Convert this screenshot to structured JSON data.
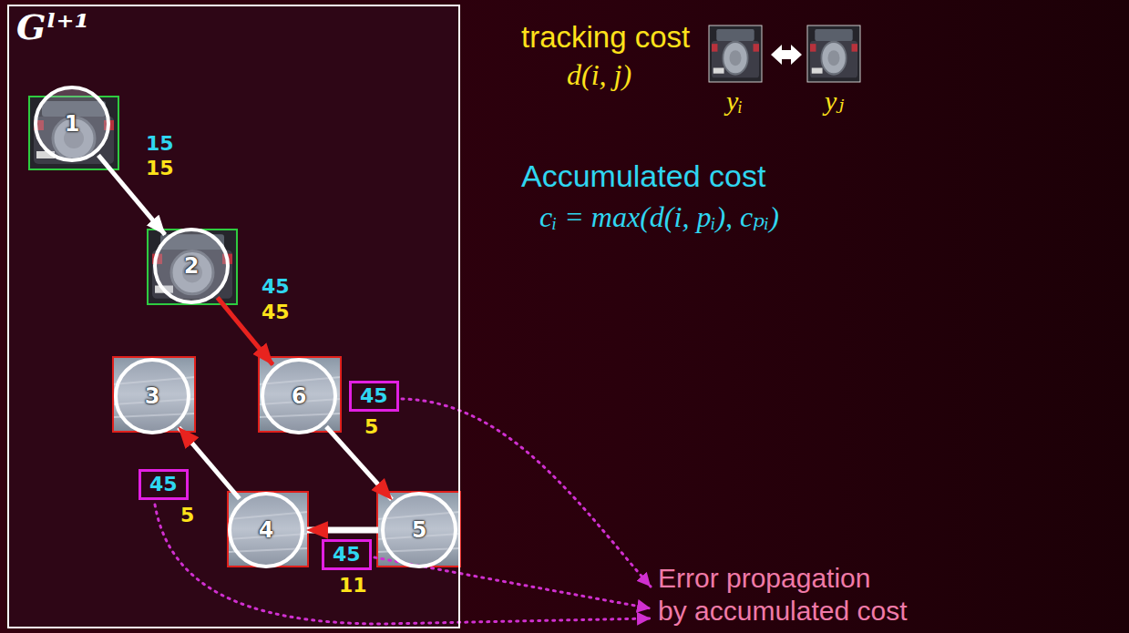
{
  "diagram": {
    "nodes": [
      {
        "text": [
          "Gˡ⁺¹"
        ]
      },
      {
        "text": [
          "1"
        ],
        "in": 0
      },
      {
        "text": [
          "2"
        ],
        "in": 0
      },
      {
        "text": [
          "3"
        ],
        "in": 0
      },
      {
        "text": [
          "6"
        ],
        "in": 0
      },
      {
        "text": [
          "4"
        ],
        "in": 0
      },
      {
        "text": [
          "5"
        ],
        "in": 0
      }
    ],
    "edges": [
      {
        "from": 1,
        "to": 2,
        "arrow": "to",
        "label": "15"
      },
      {
        "from": 2,
        "to": 4,
        "arrow": "to",
        "label": "45"
      },
      {
        "from": 4,
        "to": 6,
        "arrow": "to",
        "label": "45"
      },
      {
        "from": 6,
        "to": 5,
        "arrow": "to",
        "label": "45"
      },
      {
        "from": 5,
        "to": 3,
        "arrow": "to",
        "label": "45"
      }
    ],
    "labels": [
      "tracking cost",
      "d(i, j)",
      "yᵢ",
      "yⱼ",
      "Accumulated cost",
      "cᵢ = max(d(i, pᵢ), cₚᵢ)",
      "Error propagation",
      "by accumulated cost",
      "15",
      "45",
      "5",
      "11",
      "5"
    ]
  }
}
